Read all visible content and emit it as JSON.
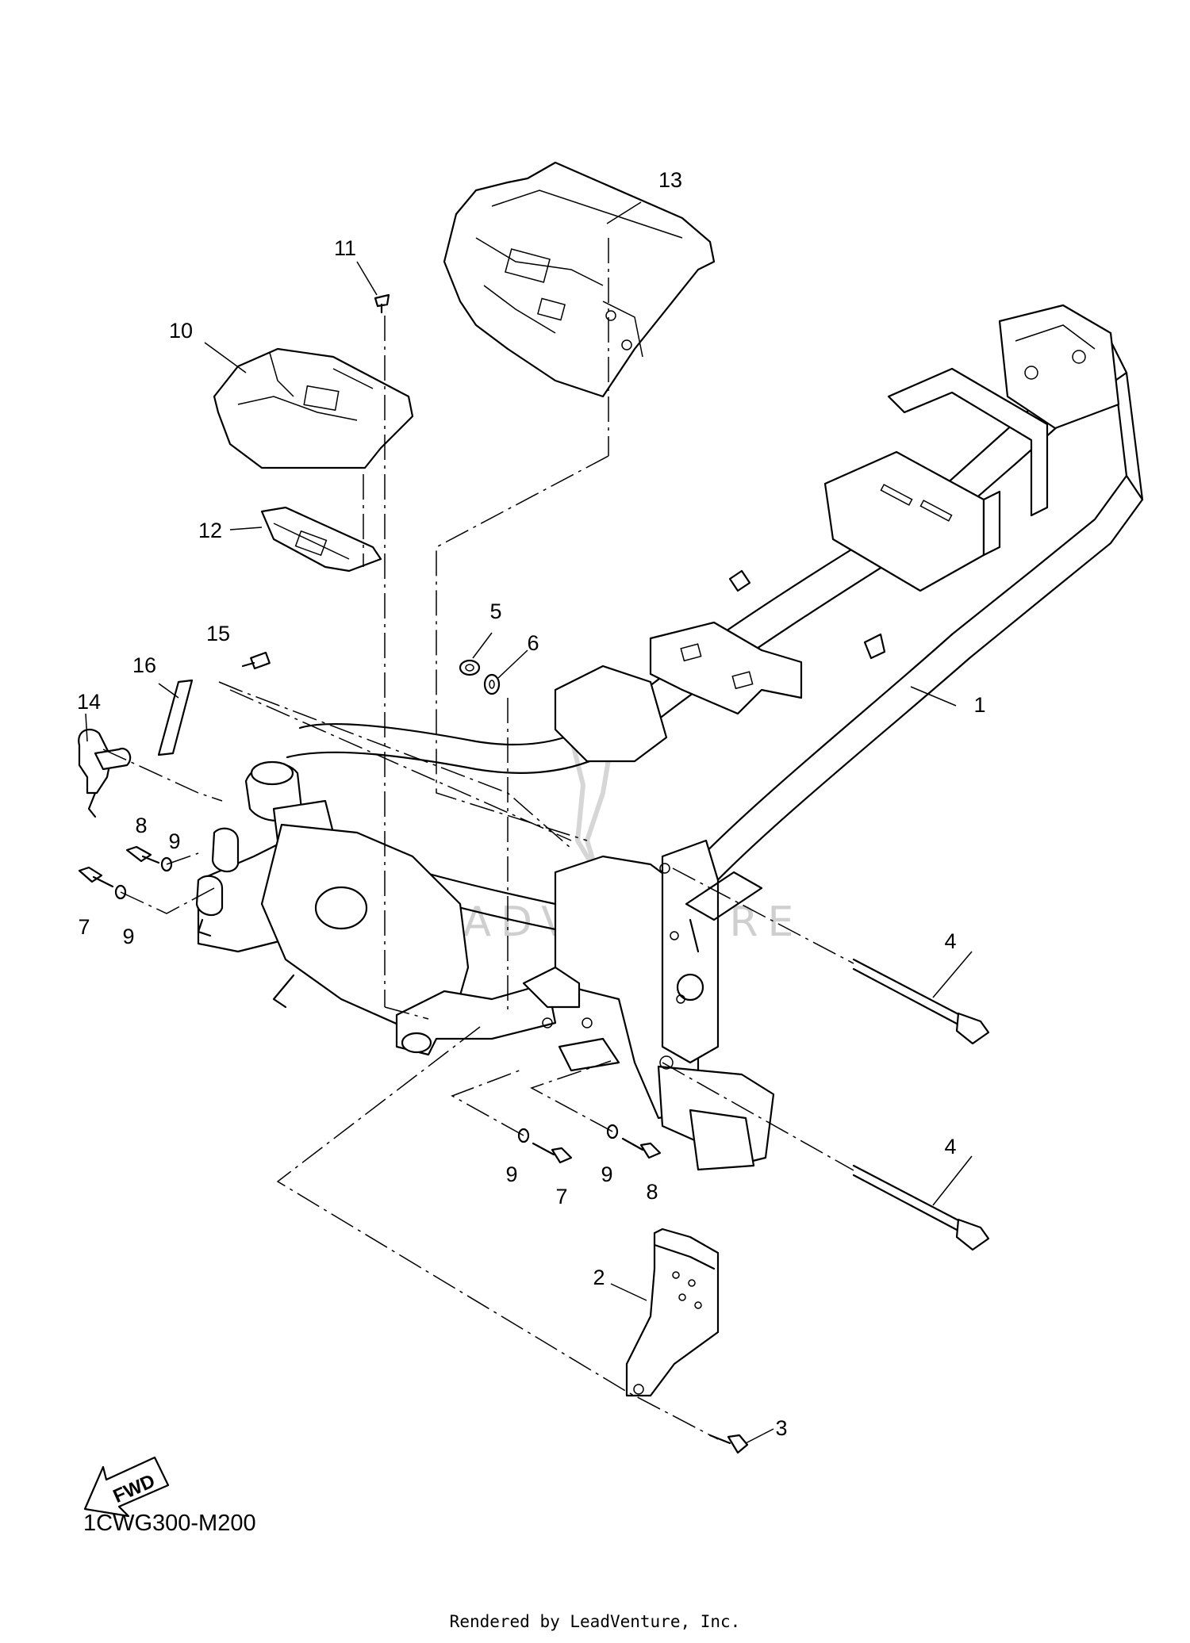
{
  "diagram": {
    "parts": [
      {
        "id": "part-1",
        "label": "1"
      },
      {
        "id": "part-2",
        "label": "2"
      },
      {
        "id": "part-3",
        "label": "3"
      },
      {
        "id": "part-4a",
        "label": "4"
      },
      {
        "id": "part-4b",
        "label": "4"
      },
      {
        "id": "part-5",
        "label": "5"
      },
      {
        "id": "part-6",
        "label": "6"
      },
      {
        "id": "part-7a",
        "label": "7"
      },
      {
        "id": "part-7b",
        "label": "7"
      },
      {
        "id": "part-8a",
        "label": "8"
      },
      {
        "id": "part-8b",
        "label": "8"
      },
      {
        "id": "part-9a",
        "label": "9"
      },
      {
        "id": "part-9b",
        "label": "9"
      },
      {
        "id": "part-9c",
        "label": "9"
      },
      {
        "id": "part-9d",
        "label": "9"
      },
      {
        "id": "part-10",
        "label": "10"
      },
      {
        "id": "part-11",
        "label": "11"
      },
      {
        "id": "part-12",
        "label": "12"
      },
      {
        "id": "part-13",
        "label": "13"
      },
      {
        "id": "part-14",
        "label": "14"
      },
      {
        "id": "part-15",
        "label": "15"
      },
      {
        "id": "part-16",
        "label": "16"
      }
    ],
    "diagram_code": "1CWG300-M200",
    "direction_label": "FWD",
    "watermark": "LEADVENTURE",
    "credit": "Rendered by LeadVenture, Inc."
  }
}
